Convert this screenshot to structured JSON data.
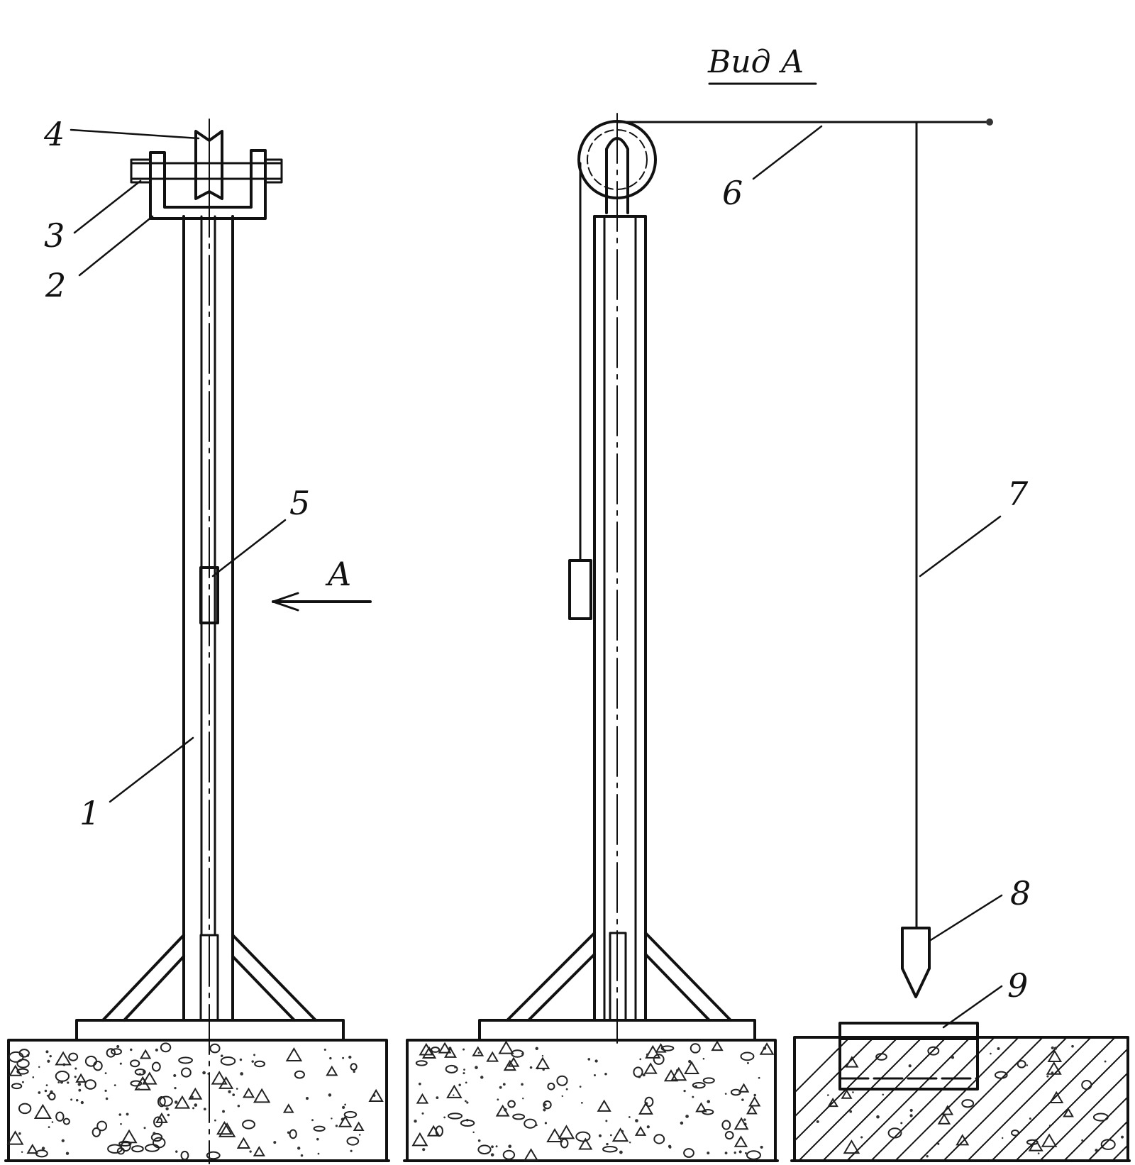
{
  "diagram": {
    "view_title": "Вид А",
    "view_arrow_label": "A",
    "callouts": [
      {
        "id": "1",
        "text": "1"
      },
      {
        "id": "2",
        "text": "2"
      },
      {
        "id": "3",
        "text": "3"
      },
      {
        "id": "4",
        "text": "4"
      },
      {
        "id": "5",
        "text": "5"
      },
      {
        "id": "6",
        "text": "6"
      },
      {
        "id": "7",
        "text": "7"
      },
      {
        "id": "8",
        "text": "8"
      },
      {
        "id": "9",
        "text": "9"
      }
    ]
  }
}
